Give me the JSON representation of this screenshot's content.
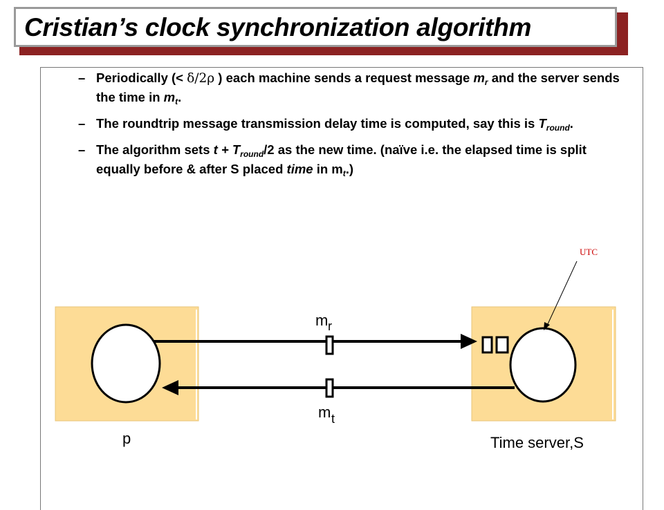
{
  "title": "Cristian’s clock synchronization algorithm",
  "bullets": [
    {
      "dash": "–",
      "p1": "Periodically (< ",
      "delta": "δ/2ρ",
      "p2": " ) each machine sends a request message ",
      "m": "m",
      "r": "r",
      "p3": " and the server sends the time in ",
      "m2": "m",
      "t": "t",
      "p4": "."
    },
    {
      "dash": "–",
      "p1": "The roundtrip message transmission delay time is computed, say this is ",
      "T": "T",
      "round": "round",
      "p2": "."
    },
    {
      "dash": "–",
      "p1": "The algorithm sets ",
      "expr1": "t + T",
      "round": "round",
      "p2": "/2 as the new time.  (naïve i.e. the elapsed time is split equally before & after S placed ",
      "time": "time",
      "p3": " in m",
      "t": "t",
      "p4": ".)"
    }
  ],
  "diagram": {
    "utc_label": "UTC",
    "mr_base": "m",
    "mr_sub": "r",
    "mt_base": "m",
    "mt_sub": "t",
    "client_label": "p",
    "server_label": "Time server,S"
  },
  "colors": {
    "box_fill": "#fddc96",
    "title_shadow": "#8c2222",
    "utc": "#cc0000"
  }
}
